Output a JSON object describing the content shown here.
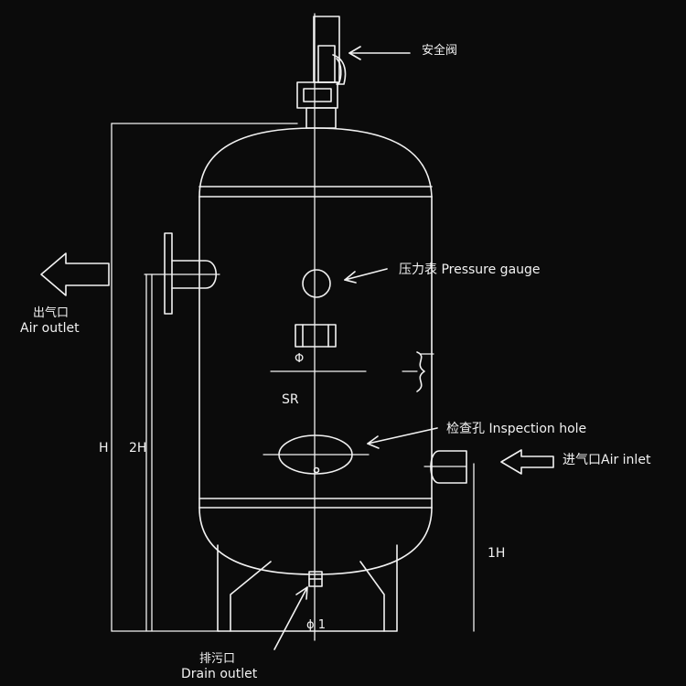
{
  "labels": {
    "safety_valve": "安全阀",
    "pressure_gauge": "压力表 Pressure gauge",
    "air_outlet_cn": "出气口",
    "air_outlet_en": "Air outlet",
    "phi": "Φ",
    "sr": "SR",
    "inspection_hole": "检查孔 Inspection hole",
    "air_inlet": "进气口Air inlet",
    "h": "H",
    "two_h": "2H",
    "one_h": "1H",
    "phi1": "ϕ 1",
    "drain_cn": "排污口",
    "drain_en": "Drain outlet"
  },
  "colors": {
    "background": "#0b0b0b",
    "line": "#f2f2f2"
  }
}
